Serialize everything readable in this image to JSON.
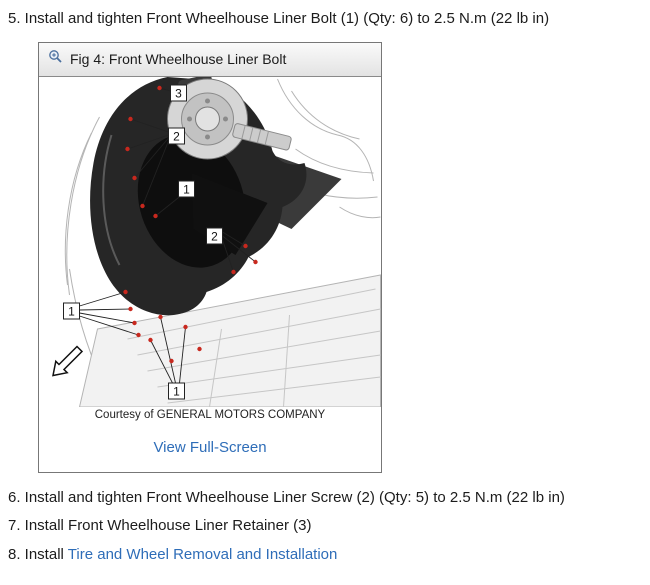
{
  "steps": {
    "step5": "5. Install and tighten Front Wheelhouse Liner Bolt (1) (Qty: 6) to 2.5 N.m (22 lb in)",
    "step6": "6. Install and tighten Front Wheelhouse Liner Screw (2) (Qty: 5) to 2.5 N.m (22 lb in)",
    "step7": "7. Install Front Wheelhouse Liner Retainer (3)",
    "step8_text": "8. Install",
    "step8_link": "Tire and Wheel Removal and Installation"
  },
  "figure": {
    "title": "Fig 4: Front Wheelhouse Liner Bolt",
    "caption": "Courtesy of GENERAL MOTORS COMPANY",
    "fullscreen_label": "View Full-Screen",
    "zoom_icon": "magnifier-zoom-in-icon",
    "callouts": [
      {
        "label": "3"
      },
      {
        "label": "2"
      },
      {
        "label": "1"
      },
      {
        "label": "2"
      },
      {
        "label": "1"
      },
      {
        "label": "1"
      }
    ]
  },
  "colors": {
    "link": "#2e6db8",
    "marker_red": "#c8281e",
    "liner_dark": "#262626"
  }
}
